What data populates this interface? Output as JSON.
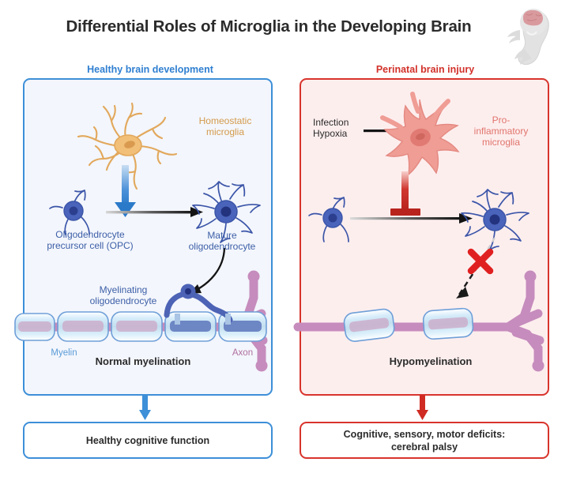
{
  "title": "Differential Roles of Microglia in the Developing Brain",
  "icons": {
    "fetus": "fetus-icon",
    "brain": "brain-icon"
  },
  "colors": {
    "healthy_accent": "#3d8fd8",
    "healthy_panel_bg": "#f3f6fc",
    "injury_accent": "#d8342c",
    "injury_panel_bg": "#fdeeee",
    "homeostatic_microglia": "#f0b464",
    "proinflammatory_microglia": "#ee9b93",
    "oligodendrocyte": "#3b55a8",
    "myelin": "#bcdcf4",
    "axon": "#c28cba",
    "text_dark": "#2b2b2b"
  },
  "panels": [
    {
      "id": "healthy",
      "header": "Healthy brain development",
      "labels": {
        "microglia": "Homeostatic\nmicroglia",
        "microglia_line1": "Homeostatic",
        "microglia_line2": "microglia",
        "opc_line1": "Oligodendrocyte",
        "opc_line2": "precursor cell (OPC)",
        "mature_line1": "Mature",
        "mature_line2": "oligodendrocyte",
        "myelinating_line1": "Myelinating",
        "myelinating_line2": "oligodendrocyte",
        "myelin": "Myelin",
        "axon": "Axon",
        "status": "Normal myelination"
      },
      "outcome": "Healthy cognitive function"
    },
    {
      "id": "injury",
      "header": "Perinatal brain injury",
      "labels": {
        "stimulus_line1": "Infection",
        "stimulus_line2": "Hypoxia",
        "microglia_line1": "Pro-",
        "microglia_line2": "inflammatory",
        "microglia_line3": "microglia",
        "status": "Hypomyelination",
        "blocked_marker": "red-x-icon"
      },
      "outcome_line1": "Cognitive, sensory, motor deficits:",
      "outcome_line2": "cerebral palsy"
    }
  ]
}
